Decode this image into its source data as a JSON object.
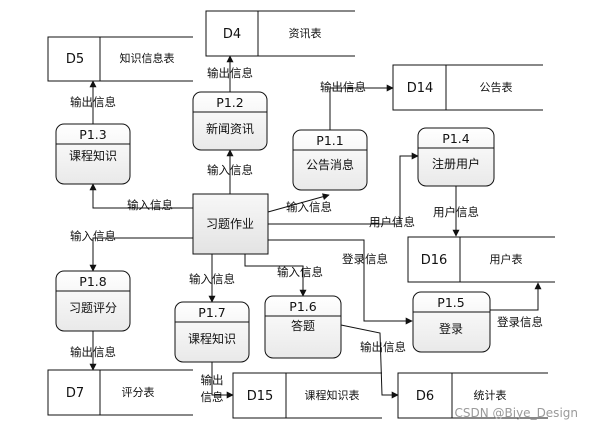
{
  "watermark": "CSDN @Biye_Design",
  "center": {
    "label": "习题作业"
  },
  "processes": [
    {
      "id": "P1.3",
      "name": "课程知识"
    },
    {
      "id": "P1.2",
      "name": "新闻资讯"
    },
    {
      "id": "P1.1",
      "name": "公告消息"
    },
    {
      "id": "P1.4",
      "name": "注册用户"
    },
    {
      "id": "P1.8",
      "name": "习题评分"
    },
    {
      "id": "P1.7",
      "name": "课程知识"
    },
    {
      "id": "P1.6",
      "name": "答题"
    },
    {
      "id": "P1.5",
      "name": "登录"
    }
  ],
  "stores": [
    {
      "id": "D4",
      "name": "资讯表"
    },
    {
      "id": "D5",
      "name": "知识信息表"
    },
    {
      "id": "D14",
      "name": "公告表"
    },
    {
      "id": "D16",
      "name": "用户表"
    },
    {
      "id": "D7",
      "name": "评分表"
    },
    {
      "id": "D15",
      "name": "课程知识表"
    },
    {
      "id": "D6",
      "name": "统计表"
    }
  ],
  "flow_labels": {
    "d4_out": "输出信息",
    "d5_out": "输出信息",
    "d14_out": "输出信息",
    "p12_in": "输入信息",
    "p13_in": "输入信息",
    "p11_in": "输入信息",
    "user_info": "用户信息",
    "p14_out": "用户信息",
    "p18_in": "输入信息",
    "p17_in": "输入信息",
    "p16_in": "输入信息",
    "login_info": "登录信息",
    "p15_out": "登录信息",
    "d7_out": "输出信息",
    "d15_out_1": "输出",
    "d15_out_2": "信息",
    "d6_out": "输出信息"
  }
}
